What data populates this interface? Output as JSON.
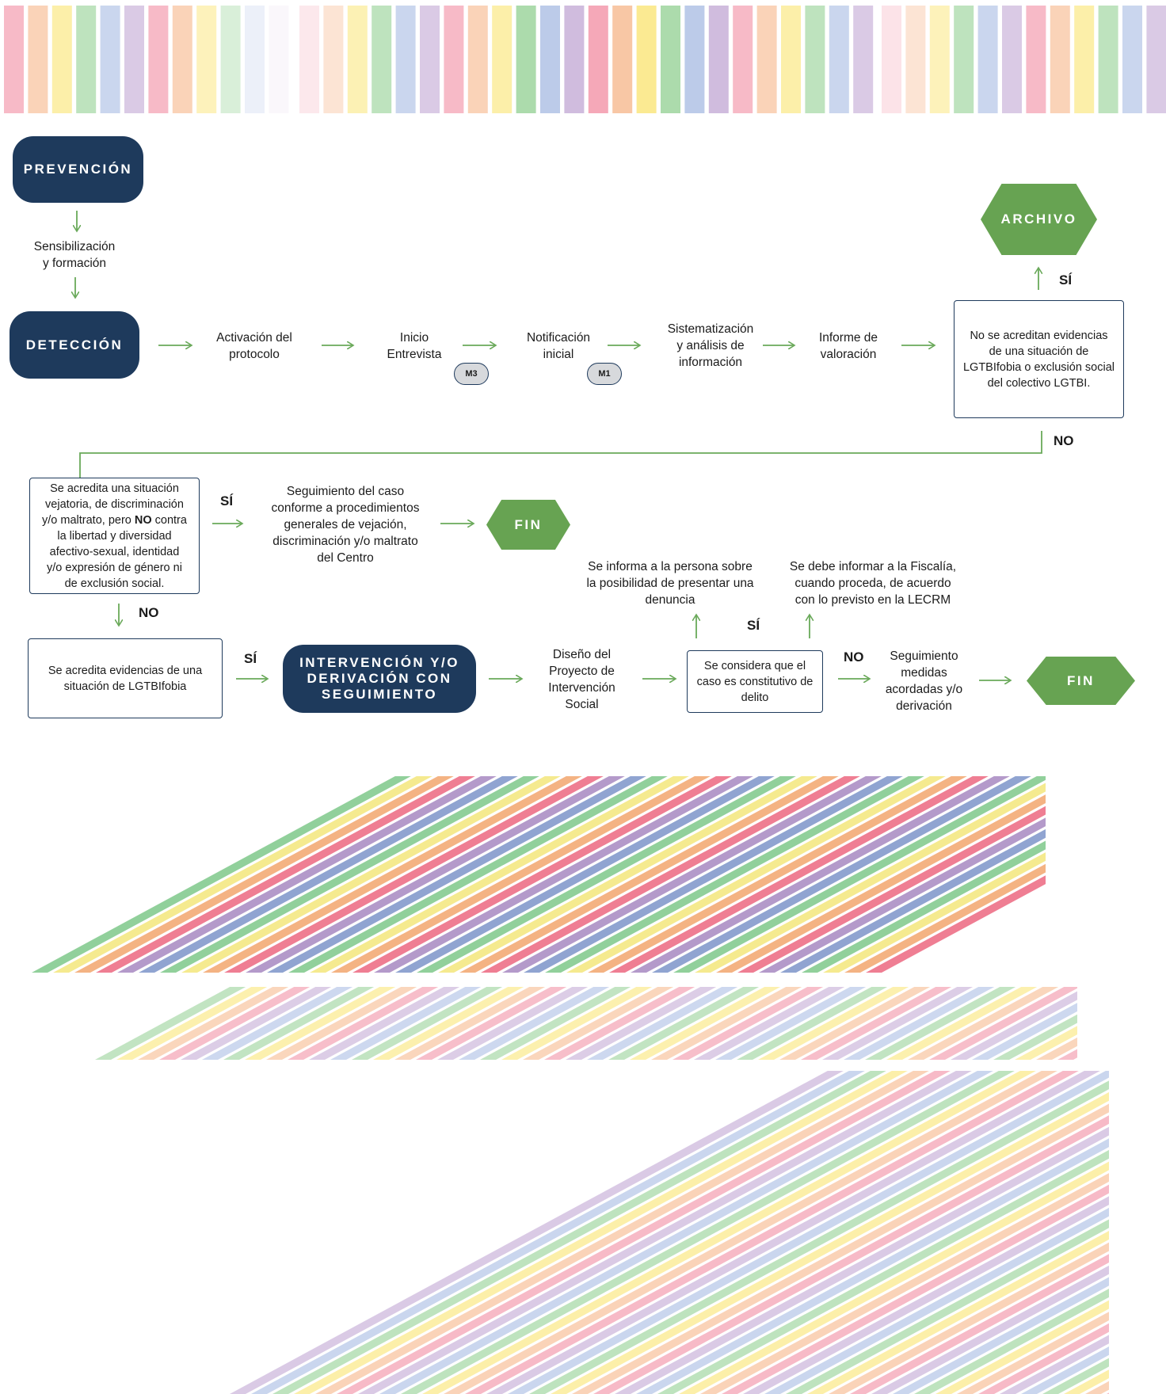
{
  "colors": {
    "dark_navy": "#1e3a5c",
    "green_hex": "#67a352",
    "connector_green": "#6aa95a",
    "stripe_palette": [
      "#f4a3b4",
      "#f8c4a0",
      "#fbe98c",
      "#a8d9a8",
      "#b8c8e8",
      "#cdb8dc"
    ],
    "stripe_palette_strong": [
      "#e9536f",
      "#f09a59",
      "#f2e36a",
      "#6cc07a",
      "#6b86c2",
      "#9b78b8"
    ]
  },
  "diagram": {
    "prevencion": "PREVENCIÓN",
    "sensibilizacion": [
      "Sensibilización",
      "y formación"
    ],
    "deteccion": "DETECCIÓN",
    "activacion": [
      "Activación del",
      "protocolo"
    ],
    "inicio": [
      "Inicio",
      "Entrevista"
    ],
    "notificacion": [
      "Notificación",
      "inicial"
    ],
    "m3": "M3",
    "m1": "M1",
    "sistematizacion": [
      "Sistematización",
      "y análisis de",
      "información"
    ],
    "informe": [
      "Informe de",
      "valoración"
    ],
    "archivo": "ARCHIVO",
    "si_archivo": "SÍ",
    "no_acreditan": [
      "No se acreditan evidencias",
      "de una situación de",
      "LGTBIfobia o exclusión social",
      "del colectivo LGTBI."
    ],
    "no_1": "NO",
    "vejatoria": {
      "line1": "Se acredita una situación",
      "line2": "vejatoria, de discriminación",
      "line3_pre": "y/o maltrato, pero ",
      "line3_bold": "NO",
      "line3_post": " contra",
      "line4": "la libertad y diversidad",
      "line5": "afectivo-sexual,  identidad",
      "line6": "y/o expresión de género ni",
      "line7": "de exclusión social."
    },
    "si_vejatoria": "SÍ",
    "seguimiento_caso": [
      "Seguimiento del caso",
      "conforme a procedimientos",
      "generales de vejación,",
      "discriminación y/o maltrato",
      "del Centro"
    ],
    "fin_1": "FIN",
    "no_2": "NO",
    "lgtbifobia": [
      "Se acredita evidencias de una",
      "situación de LGTBIfobia"
    ],
    "si_lgtbifobia": "SÍ",
    "intervencion": [
      "INTERVENCIÓN Y/O",
      "DERIVACIÓN CON",
      "SEGUIMIENTO"
    ],
    "diseno": [
      "Diseño del",
      "Proyecto de",
      "Intervención",
      "Social"
    ],
    "informa_persona": [
      "Se informa a la persona sobre",
      "la posibilidad de presentar una",
      "denuncia"
    ],
    "informar_fiscalia": [
      "Se debe informar a la Fiscalía,",
      "cuando proceda, de acuerdo",
      "con lo previsto en la LECRM"
    ],
    "si_delito": "SÍ",
    "constitutivo": [
      "Se considera que el",
      "caso es constitutivo de",
      "delito"
    ],
    "no_delito": "NO",
    "seguimiento_medidas": [
      "Seguimiento",
      "medidas",
      "acordadas y/o",
      "derivación"
    ],
    "fin_2": "FIN"
  }
}
